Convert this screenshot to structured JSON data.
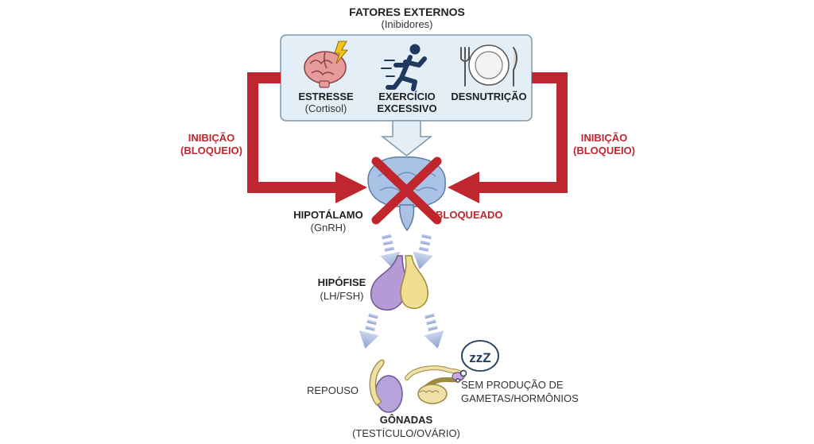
{
  "external_factors": {
    "title": "FATORES EXTERNOS",
    "subtitle": "(Inibidores)",
    "items": [
      {
        "label": "ESTRESSE",
        "sublabel": "(Cortisol)",
        "icon": "stressed-brain-icon"
      },
      {
        "label": "EXERCÍCIO",
        "label2": "EXCESSIVO",
        "icon": "running-person-icon"
      },
      {
        "label": "DESNUTRIÇÃO",
        "icon": "empty-plate-icon"
      }
    ]
  },
  "inhibition_left": {
    "line1": "INIBIÇÃO",
    "line2": "(BLOQUEIO)"
  },
  "inhibition_right": {
    "line1": "INIBIÇÃO",
    "line2": "(BLOQUEIO)"
  },
  "hypothalamus": {
    "label": "HIPOTÁLAMO",
    "sublabel": "(GnRH)",
    "status": "BLOQUEADO"
  },
  "pituitary": {
    "label": "HIPÓFISE",
    "sublabel": "(LH/FSH)"
  },
  "gonads": {
    "label": "GÔNADAS",
    "sublabel": "(TESTÍCULO/OVÁRIO)",
    "left_note": "REPOUSO",
    "right_note_line1": "SEM PRODUÇÃO DE",
    "right_note_line2": "GAMETAS/HORMÔNIOS",
    "sleep_text": "zzZ"
  },
  "colors": {
    "inhibition_red": "#c0262d",
    "box_fill": "#e3eef7",
    "box_stroke": "#7f97ab",
    "brain_blue": "#a9c2e6",
    "pituitary_purple": "#b59ad6",
    "pituitary_yellow": "#f2de8f",
    "dashed_arrow": "#9aabd2"
  }
}
